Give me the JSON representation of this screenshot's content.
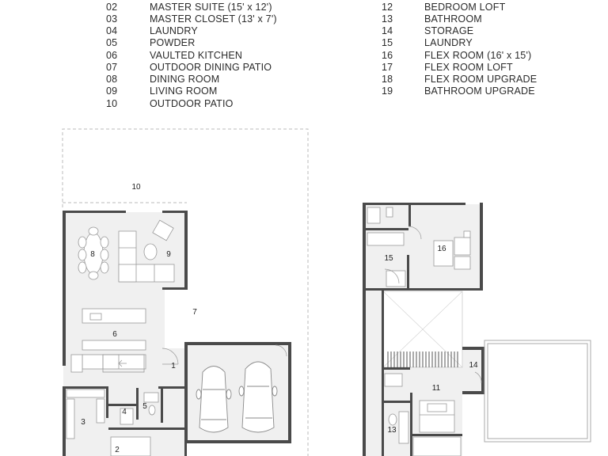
{
  "legend": {
    "left": [
      {
        "num": "02",
        "name": "MASTER SUITE (15' x 12')"
      },
      {
        "num": "03",
        "name": "MASTER CLOSET (13' x 7')"
      },
      {
        "num": "04",
        "name": "LAUNDRY"
      },
      {
        "num": "05",
        "name": "POWDER"
      },
      {
        "num": "06",
        "name": "VAULTED KITCHEN"
      },
      {
        "num": "07",
        "name": "OUTDOOR DINING PATIO"
      },
      {
        "num": "08",
        "name": "DINING ROOM"
      },
      {
        "num": "09",
        "name": "LIVING ROOM"
      },
      {
        "num": "10",
        "name": "OUTDOOR PATIO"
      }
    ],
    "right": [
      {
        "num": "12",
        "name": "BEDROOM LOFT"
      },
      {
        "num": "13",
        "name": "BATHROOM"
      },
      {
        "num": "14",
        "name": "STORAGE"
      },
      {
        "num": "15",
        "name": "LAUNDRY"
      },
      {
        "num": "16",
        "name": "FLEX ROOM (16' x 15')"
      },
      {
        "num": "17",
        "name": "FLEX ROOM LOFT"
      },
      {
        "num": "18",
        "name": "FLEX ROOM UPGRADE"
      },
      {
        "num": "19",
        "name": "BATHROOM UPGRADE"
      }
    ]
  },
  "plan_labels": {
    "r10": "10",
    "r9": "9",
    "r8": "8",
    "r7": "7",
    "r6": "6",
    "r1": "1",
    "r3": "3",
    "r4": "4",
    "r5": "5",
    "r2": "2",
    "r15": "15",
    "r16": "16",
    "r14": "14",
    "r11": "11",
    "r13": "13"
  },
  "colors": {
    "wall": "#4a4a4a",
    "floor": "#f0f0f0",
    "furniture": "#ffffff",
    "line": "#999999"
  }
}
